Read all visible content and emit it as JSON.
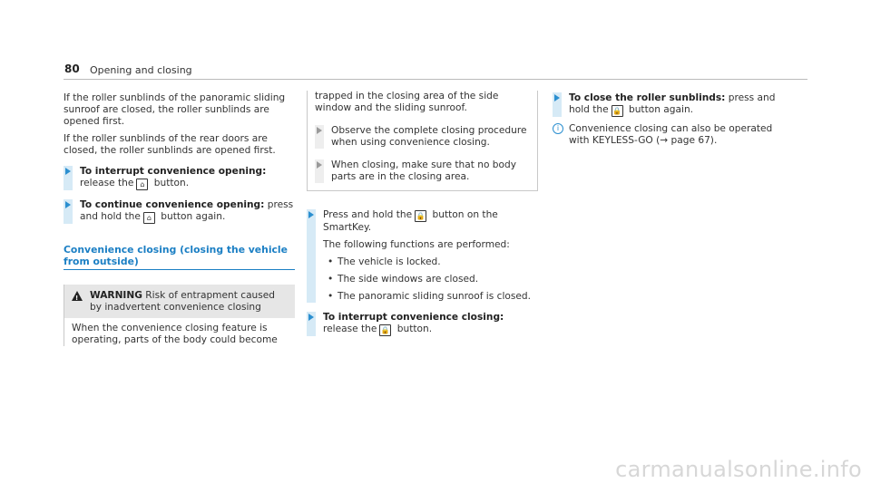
{
  "header": {
    "page_number": "80",
    "title": "Opening and closing"
  },
  "col1": {
    "p1": "If the roller sunblinds of the panoramic sliding sunroof are closed, the roller sunblinds are opened first.",
    "p2": "If the roller sunblinds of the rear doors are closed, the roller sunblinds are opened first.",
    "step1_bold": "To interrupt convenience opening:",
    "step1_a": " release the",
    "step1_b": " button.",
    "step2_bold": "To continue convenience opening:",
    "step2_a": " press and hold the",
    "step2_b": " button again.",
    "section_title": "Convenience closing (closing the vehicle from outside)",
    "warning_label": "WARNING",
    "warning_text": " Risk of entrapment caused by inadvertent convenience closing",
    "warning_body": "When the convenience closing feature is operating, parts of the body could become"
  },
  "col2": {
    "cont_text": "trapped in the closing area of the side window and the sliding sunroof.",
    "sub1": "Observe the complete closing procedure when using convenience closing.",
    "sub2": "When closing, make sure that no body parts are in the closing area.",
    "step1_a": "Press and hold the",
    "step1_b": " button on the SmartKey.",
    "p_functions": "The following functions are performed:",
    "bullets": [
      "The vehicle is locked.",
      "The side windows are closed.",
      "The panoramic sliding sunroof is closed."
    ],
    "step2_bold": "To interrupt convenience closing:",
    "step2_a": " release the",
    "step2_b": " button."
  },
  "col3": {
    "step1_bold": "To close the roller sunblinds:",
    "step1_a": " press and hold the",
    "step1_b": " button again.",
    "info_text": "Convenience closing can also be operated with KEYLESS-GO (→ page 67)."
  },
  "icons": {
    "unlock_glyph": "⌂",
    "lock_glyph": "🔒",
    "info_glyph": "i"
  },
  "watermark": "carmanualsonline.info",
  "colors": {
    "accent": "#1b7fc4",
    "step_bg": "#d6eaf6",
    "warning_bg": "#e6e6e6"
  }
}
